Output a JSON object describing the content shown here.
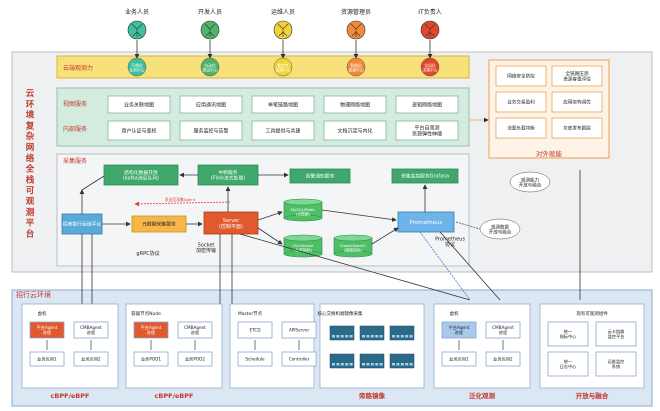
{
  "roles": [
    {
      "label": "业务人员",
      "color": "#3fbf9b",
      "service": "可视化\n业务中心"
    },
    {
      "label": "开发人员",
      "color": "#4fb36a",
      "service": "自动化\n测试中心"
    },
    {
      "label": "运维人员",
      "color": "#f0d23a",
      "service": "稳定性\n保障中心"
    },
    {
      "label": "资源管理员",
      "color": "#f08a3a",
      "service": "智能化\n资源中心"
    },
    {
      "label": "IT负责人",
      "color": "#e0482e",
      "service": "全局化\n决策中心"
    }
  ],
  "platform_title": "云环境复杂网络全栈可观测平台",
  "capability_label": "云端观测力",
  "view_label": "视图服务",
  "inner_label": "内部服务",
  "collect_label": "采集服务",
  "view_services": [
    "业务关联地图",
    "应用通讯地图",
    "单笔链路地图",
    "物理网络地图",
    "逻辑网络地图"
  ],
  "inner_services": [
    "用户认证与鉴权",
    "服务监控与告警",
    "工具提供与共建",
    "文档沉淀与内化",
    "平台自观测\n资源弹性伸缩"
  ],
  "external": {
    "title": "对外赋能",
    "items": [
      "网络安全防控",
      "全链路压测\n资源容量评估",
      "业务交易盈利",
      "应用架构调优",
      "流量负载均衡",
      "灰度发布跟踪"
    ]
  },
  "flow": {
    "kafka": "结构化数据开放\n(kafka消息队列)",
    "flink": "中断服务\n(Flink流式处理)",
    "alarm": "告警通知服务",
    "grafana": "采集监控服务Grafana",
    "mysql": "MySQL/Redis\n(元数据)",
    "clickhouse": "ClickHouse\n(业务指标)",
    "elastic": "ElasticSearch\n(链路指标)",
    "analysis": "招商银行运维平台",
    "collector": "元数据采集服务",
    "server": "Server\n(控制平面)",
    "prometheus": "Prometheus",
    "agent_note": "发送至采集Agent",
    "grpc": "gRPC协议",
    "socket": "Socket\n加密传输",
    "prom_proto": "Prometheus\n协议",
    "cap_note": "观测能力\n开放与融合",
    "data_note": "观测数据\n开放与融合"
  },
  "bottom": {
    "title": "招行云环境",
    "groups": [
      {
        "caption": "cBPF/eBPF",
        "vm": "虚机",
        "agent": "平台Agent\n进程",
        "cmb": "CMBAgent\n进程",
        "p1": "业务应用1",
        "p2": "业务应用2"
      },
      {
        "caption": "cBPF/eBPF",
        "vm": "容器节点Node",
        "agent": "平台Agent\n进程",
        "cmb": "CMBAgent\n进程",
        "p1": "业务POD1",
        "p2": "业务POD2"
      },
      {
        "caption": "",
        "vm": "Master节点",
        "agent": "ETCD",
        "cmb": "APIServer",
        "p1": "Schedule",
        "p2": "Controller"
      },
      {
        "caption": "旁路镜像",
        "vm": "核心交换机端镜像采集",
        "agent": "",
        "cmb": "",
        "p1": "",
        "p2": ""
      },
      {
        "caption": "泛化观测",
        "vm": "虚机",
        "agent": "平台Agent\n进程",
        "cmb": "CMBAgent\n进程",
        "p1": "业务应用1",
        "p2": "业务应用2"
      },
      {
        "caption": "开放与融合",
        "vm": "现有可观测组件",
        "agent": "统一\n指标中心",
        "cmb": "云卡链路\n监控平台",
        "p1": "统一\n日志中心",
        "p2": "运维监控\n系统"
      }
    ]
  }
}
